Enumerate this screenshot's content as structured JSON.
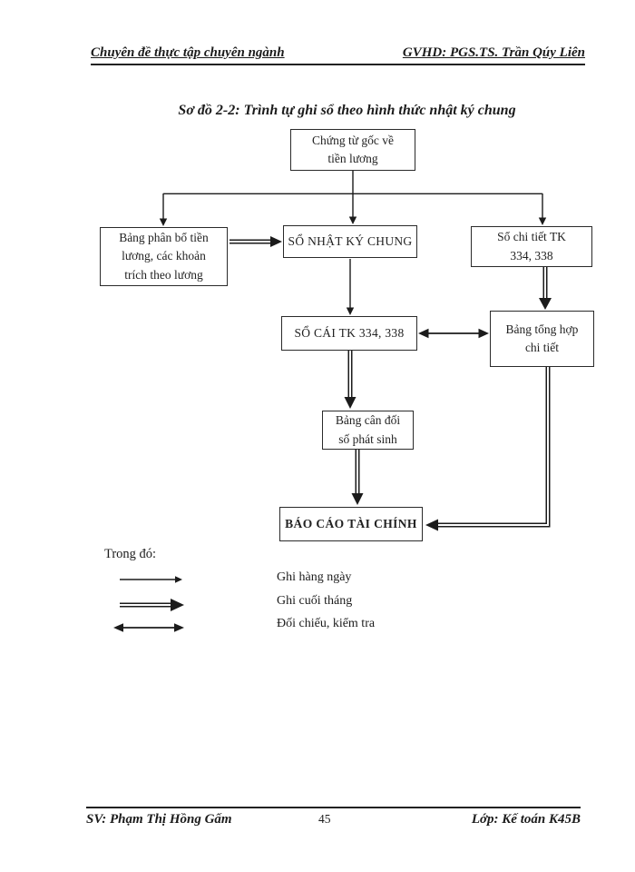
{
  "header": {
    "left": "Chuyên đề thực tập chuyên ngành",
    "right": "GVHD: PGS.TS. Trần Qúy Liên"
  },
  "title": "Sơ đồ 2-2: Trình tự ghi sổ theo hình thức nhật ký chung",
  "diagram": {
    "nodes": {
      "chung_tu_goc": {
        "lines": [
          "Chứng từ gốc về",
          "tiền lương"
        ]
      },
      "bang_phan_bo": {
        "lines": [
          "Bảng phân bổ tiền",
          "lương, các khoản",
          "trích theo lương"
        ]
      },
      "so_nhat_ky_chung": {
        "lines": [
          "SỔ NHẬT KÝ CHUNG"
        ]
      },
      "so_chi_tiet": {
        "lines": [
          "Sổ chi tiết TK",
          "334, 338"
        ]
      },
      "so_cai": {
        "lines": [
          "SỔ CÁI TK 334, 338"
        ]
      },
      "bang_tong_hop": {
        "lines": [
          "Bảng tổng hợp",
          "chi tiết"
        ]
      },
      "bang_can_doi": {
        "lines": [
          "Bảng cân đối",
          "số phát sinh"
        ]
      },
      "bao_cao": {
        "lines": [
          "BÁO CÁO TÀI CHÍNH"
        ]
      }
    },
    "legend": {
      "intro": "Trong đó:",
      "items": [
        {
          "symbol": "single-arrow",
          "label": "Ghi hàng ngày"
        },
        {
          "symbol": "double-arrow",
          "label": "Ghi cuối tháng"
        },
        {
          "symbol": "two-way-arrow",
          "label": "Đối chiếu, kiểm tra"
        }
      ]
    }
  },
  "footer": {
    "left": "SV: Phạm Thị Hồng Gấm",
    "page_number": "45",
    "right": "Lớp: Kế toán K45B"
  },
  "colors": {
    "ink": "#1b1b1b",
    "paper": "#ffffff"
  }
}
